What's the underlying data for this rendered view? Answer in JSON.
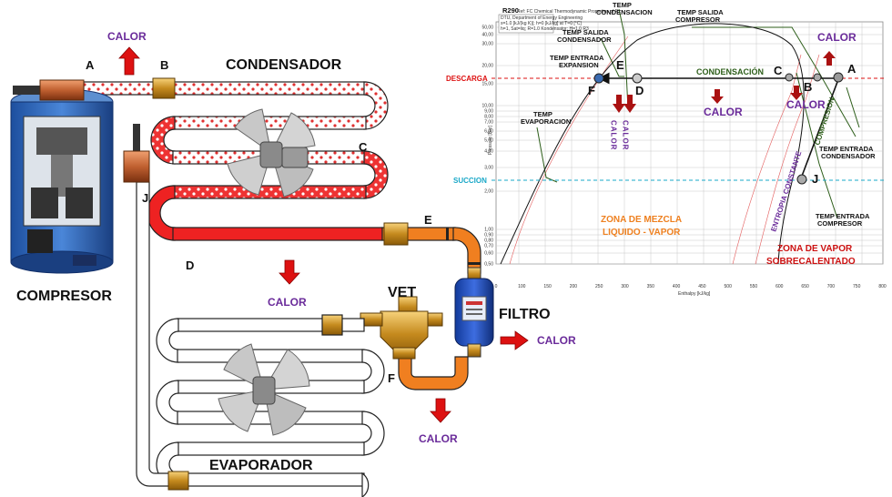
{
  "circuit": {
    "compressor_label": "COMPRESOR",
    "condenser_label": "CONDENSADOR",
    "evaporator_label": "EVAPORADOR",
    "filter_label": "FILTRO",
    "valve_label": "VET",
    "heat_label": "CALOR",
    "points": {
      "A": "A",
      "B": "B",
      "C": "C",
      "D": "D",
      "E": "E",
      "F": "F",
      "J": "J"
    }
  },
  "ph_diagram": {
    "header_title": "R290",
    "header_lines": [
      "Ref: FC Chemical Thermodynamic Properties of R",
      "DTU, Department of Energy Engineering",
      "s=1.0 [kJ/(kg K)]; h=0 [kJ/kg] at T=0 [°C]",
      "h=1, Sat=liq; R=1.0 Kondensator; H=1.0 R3"
    ],
    "y_axis_label": "Pressure [Bar]",
    "x_axis_label": "Enthalpy [kJ/kg]",
    "y_ticks": [
      "50,00",
      "40,00",
      "30,00",
      "20,00",
      "15,00",
      "10,00",
      "9,00",
      "8,00",
      "7,00",
      "6,00",
      "5,00",
      "4,00",
      "3,00",
      "2,00",
      "1,00",
      "0,90",
      "0,80",
      "0,70",
      "0,60",
      "0,50"
    ],
    "x_ticks": [
      "0",
      "100",
      "150",
      "200",
      "250",
      "300",
      "350",
      "400",
      "450",
      "500",
      "550",
      "600",
      "650",
      "700",
      "750",
      "800"
    ],
    "descarga_label": "DESCARGA",
    "succion_label": "SUCCION",
    "condensacion_label": "CONDENSACIÓN",
    "compresion_label": "COMPRESION",
    "entropia_label": "ENTROPIA CONSTANTE",
    "zona_mezcla": [
      "ZONA DE MEZCLA",
      "LIQUIDO - VAPOR"
    ],
    "zona_vapor": [
      "ZONA DE VAPOR",
      "SOBRECALENTADO"
    ],
    "temp_condensacion": [
      "TEMP",
      "CONDENSACION"
    ],
    "temp_salida_compresor": [
      "TEMP SALIDA",
      "COMPRESOR"
    ],
    "temp_salida_condensador": [
      "TEMP SALIDA",
      "CONDENSADOR"
    ],
    "temp_entrada_expansion": [
      "TEMP ENTRADA",
      "EXPANSION"
    ],
    "temp_evaporacion": [
      "TEMP",
      "EVAPORACION"
    ],
    "temp_entrada_condensador": [
      "TEMP ENTRADA",
      "CONDENSADOR"
    ],
    "temp_entrada_compresor": [
      "TEMP ENTRADA",
      "COMPRESOR"
    ],
    "calor_vertical": "CALOR",
    "colors": {
      "red": "#cc1111",
      "green": "#2d5e1a",
      "orange": "#ee8020",
      "purple": "#6a2b9a",
      "cyan": "#1aa8c8",
      "dark_red": "#aa1111"
    }
  }
}
